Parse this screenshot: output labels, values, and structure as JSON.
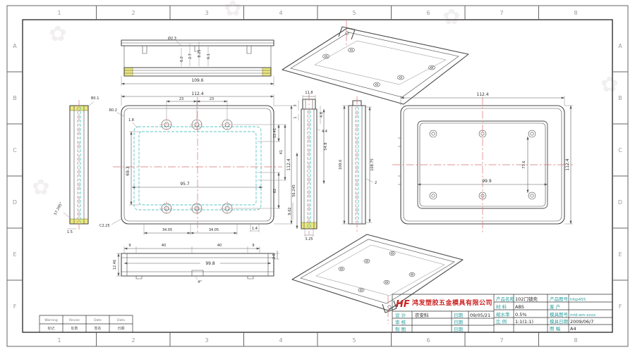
{
  "sheet": {
    "type": "engineering-drawing",
    "standard_size": "A4"
  },
  "grid": {
    "cols": [
      "1",
      "2",
      "3",
      "4",
      "5",
      "6",
      "7",
      "8"
    ],
    "rows": [
      "A",
      "B",
      "C",
      "D",
      "E",
      "F"
    ]
  },
  "decor": {
    "watermark": "✿"
  },
  "views": {
    "top_cap": {
      "dims": {
        "dia": "Ø2.3",
        "d1": "6.2",
        "d2": "2.7",
        "d3": "8.25",
        "d4": "6.1",
        "width": "109.6"
      }
    },
    "left_side": {
      "dims": {
        "d1": "B0.1",
        "d2": "57.295°",
        "d3": "1.5"
      }
    },
    "front": {
      "dims": {
        "top_w": "112.4",
        "p1": "23",
        "p2": "23",
        "r": "R0.2",
        "t": "1.8",
        "h": "69.3",
        "mid_w": "95.7",
        "r1": "12.41",
        "r2": "41",
        "r3": "112.4",
        "r4": "62",
        "b1": "34.05",
        "b2": "34.05",
        "b3": "1.4",
        "c": "C2.25"
      }
    },
    "mid_section": {
      "dims": {
        "d1": "11.8",
        "d2": "3",
        "d3": "1",
        "d4": "4.8",
        "d5": "4.4",
        "d6": "54.8",
        "d7": "56.245",
        "d8": "9.02",
        "d9": "3.25"
      }
    },
    "right_side": {
      "dims": {
        "d1": "109.6",
        "d2": "108.75",
        "d3": "2"
      }
    },
    "back": {
      "dims": {
        "top_w": "112.4",
        "w": "99.9",
        "h": "73.6",
        "side_h": "112.4"
      }
    },
    "bottom_cap": {
      "dims": {
        "p1": "9",
        "p2": "40",
        "p3": "40",
        "p4": "9",
        "w": "99.8",
        "h": "12.46",
        "t": "2.5",
        "ang": "4°"
      }
    }
  },
  "title_block": {
    "logo": "HF",
    "company": "鸿发塑胶五金模具有限公司",
    "product_name_label": "产品名称",
    "product_name": "102门锁壳",
    "product_no_label": "产品图号",
    "product_no": "hfsp455",
    "material_label": "材  料",
    "material": "ABS",
    "customer_label": "客  户",
    "customer": "",
    "shrink_label": "缩水率",
    "shrink": "0.5%",
    "mold_no_label": "模具图号",
    "mold_no": "mld-am-xxxx",
    "scale_label": "比  例",
    "scale": "1:1(1:1)",
    "mold_date_label": "模具日期",
    "mold_date": "2009/06/7",
    "sheet_label": "图  幅",
    "sheet_size": "A4",
    "design_label": "设  计",
    "designer": "农安科",
    "date_label": "日期",
    "design_date": "09/05/21",
    "check_label": "审  核",
    "draft_label": "制  图"
  },
  "revision_table": {
    "r1c1": "Warning",
    "r1c2": "Revise",
    "r1c3": "Date",
    "r1c4": "Data",
    "r2c1": "标记",
    "r2c2": "处数",
    "r2c3": "签名",
    "r2c4": "日期"
  }
}
